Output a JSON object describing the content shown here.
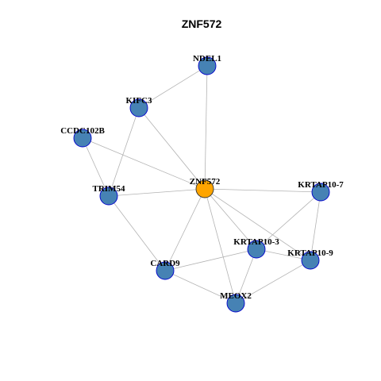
{
  "title": "ZNF572",
  "colors": {
    "default_node": "#4682B4",
    "default_node_border": "#0000CC",
    "center_node": "#FFA500",
    "center_node_border": "#333333",
    "edge": "#B3B3B3"
  },
  "nodes": [
    {
      "id": "NDEL1",
      "label": "NDEL1",
      "center": false
    },
    {
      "id": "KIFC3",
      "label": "KIFC3",
      "center": false
    },
    {
      "id": "CCDC102B",
      "label": "CCDC102B",
      "center": false
    },
    {
      "id": "TRIM54",
      "label": "TRIM54",
      "center": false
    },
    {
      "id": "ZNF572",
      "label": "ZNF572",
      "center": true
    },
    {
      "id": "KRTAP10-7",
      "label": "KRTAP10-7",
      "center": false
    },
    {
      "id": "KRTAP10-3",
      "label": "KRTAP10-3",
      "center": false
    },
    {
      "id": "KRTAP10-9",
      "label": "KRTAP10-9",
      "center": false
    },
    {
      "id": "CARD9",
      "label": "CARD9",
      "center": false
    },
    {
      "id": "MEOX2",
      "label": "MEOX2",
      "center": false
    }
  ],
  "edges": [
    [
      "NDEL1",
      "KIFC3"
    ],
    [
      "NDEL1",
      "ZNF572"
    ],
    [
      "KIFC3",
      "TRIM54"
    ],
    [
      "KIFC3",
      "ZNF572"
    ],
    [
      "CCDC102B",
      "TRIM54"
    ],
    [
      "CCDC102B",
      "ZNF572"
    ],
    [
      "TRIM54",
      "ZNF572"
    ],
    [
      "TRIM54",
      "CARD9"
    ],
    [
      "ZNF572",
      "KRTAP10-7"
    ],
    [
      "ZNF572",
      "KRTAP10-3"
    ],
    [
      "ZNF572",
      "KRTAP10-9"
    ],
    [
      "ZNF572",
      "CARD9"
    ],
    [
      "ZNF572",
      "MEOX2"
    ],
    [
      "KRTAP10-7",
      "KRTAP10-3"
    ],
    [
      "KRTAP10-7",
      "KRTAP10-9"
    ],
    [
      "KRTAP10-3",
      "KRTAP10-9"
    ],
    [
      "KRTAP10-3",
      "CARD9"
    ],
    [
      "KRTAP10-3",
      "MEOX2"
    ],
    [
      "KRTAP10-9",
      "MEOX2"
    ],
    [
      "CARD9",
      "MEOX2"
    ]
  ]
}
